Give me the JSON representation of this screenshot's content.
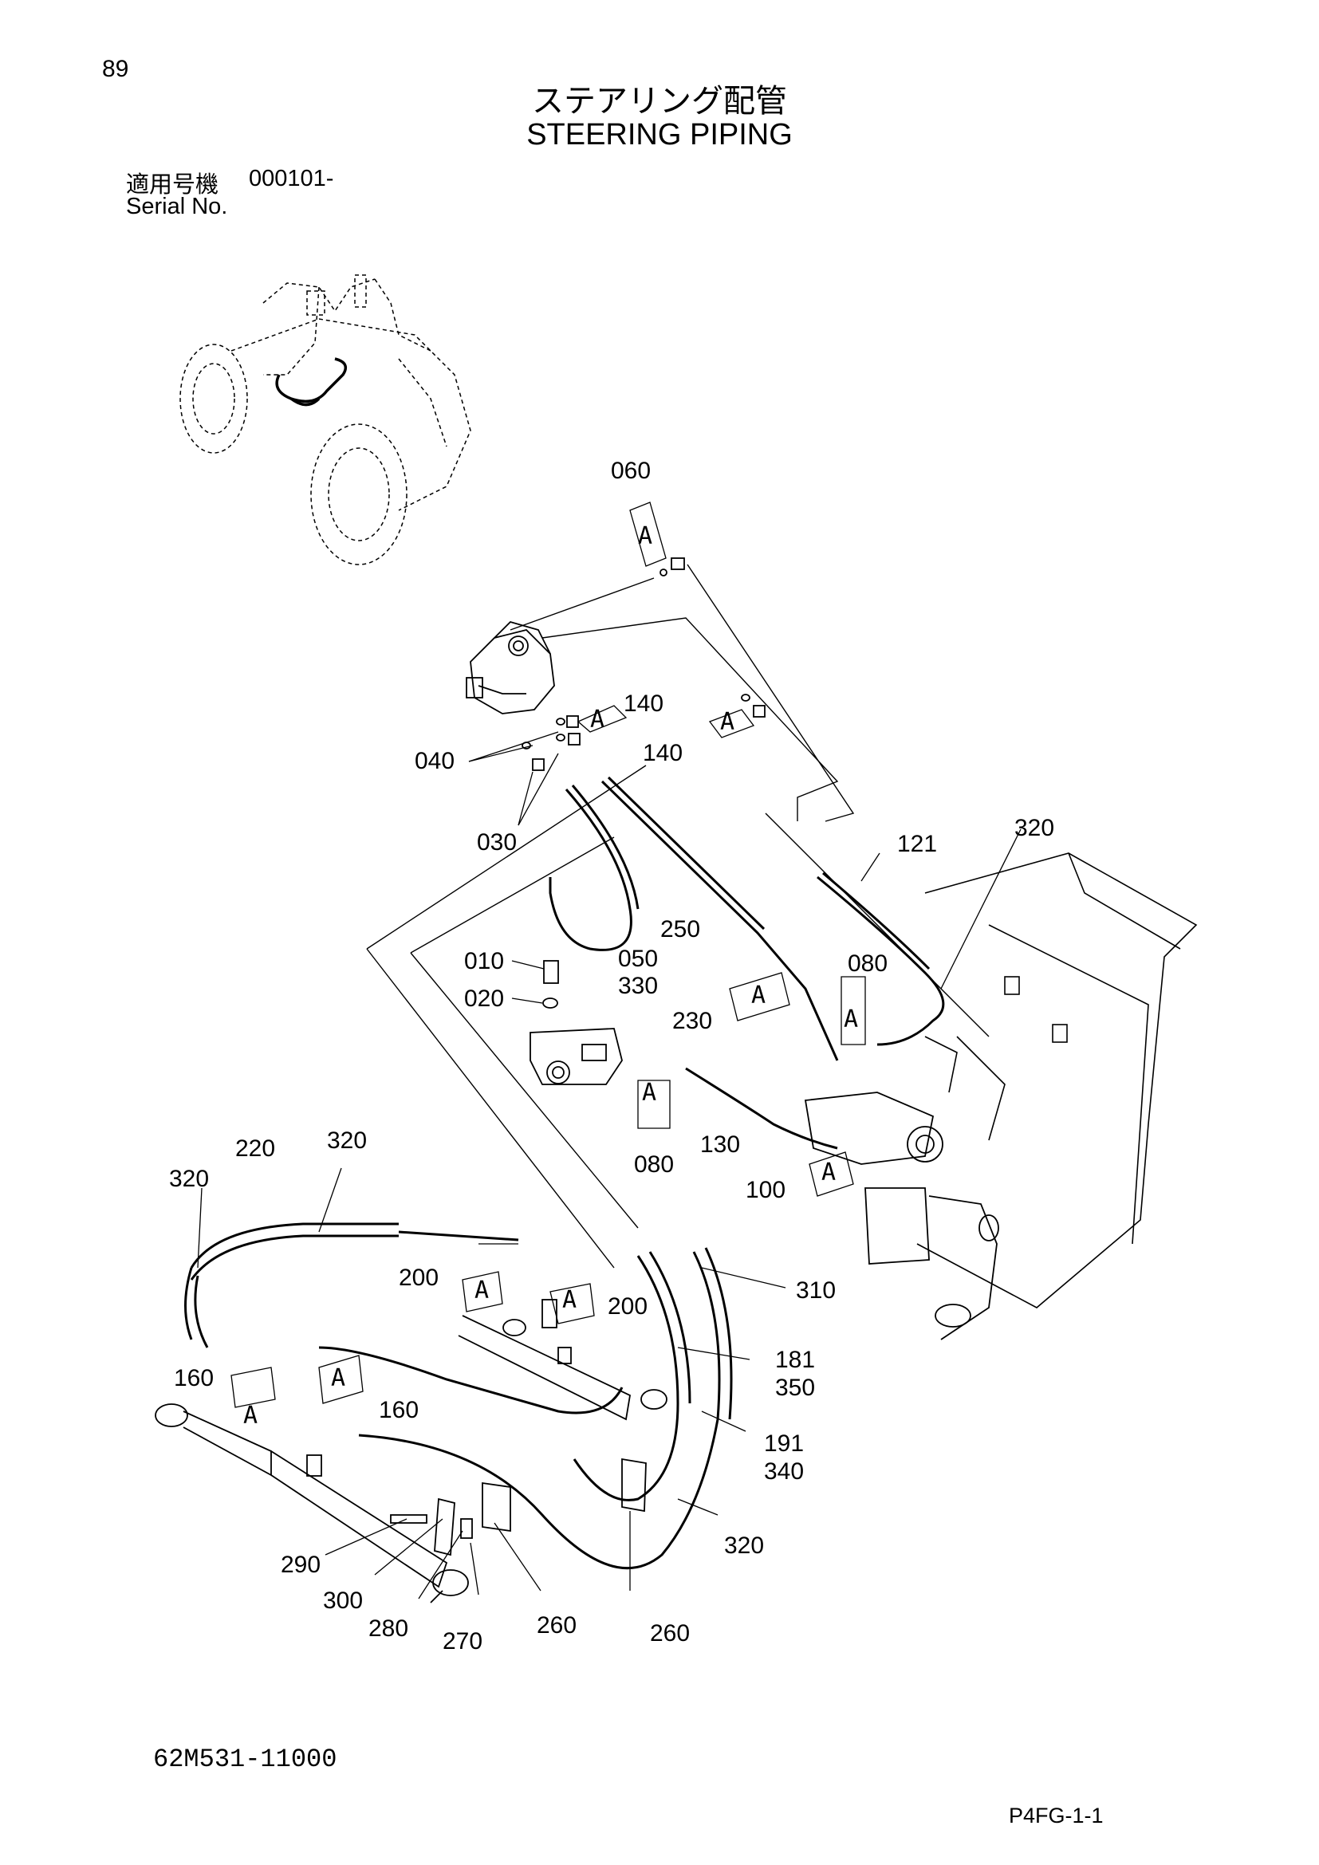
{
  "header": {
    "page_number": "89",
    "title_jp": "ステアリング配管",
    "title_en": "STEERING PIPING",
    "serial_label_jp": "適用号機",
    "serial_value": "000101-",
    "serial_label_en": "Serial No."
  },
  "footer": {
    "drawing_number": "62M531-11000",
    "page_code": "P4FG-1-1"
  },
  "callouts": {
    "c060": "060",
    "c140a": "140",
    "c140b": "140",
    "c040": "040",
    "c030": "030",
    "c121": "121",
    "c320a": "320",
    "c250": "250",
    "c010": "010",
    "c050": "050",
    "c330": "330",
    "c020": "020",
    "c080a": "080",
    "c230": "230",
    "c080b": "080",
    "c130": "130",
    "c100": "100",
    "c220": "220",
    "c320b": "320",
    "c320c": "320",
    "c200a": "200",
    "c200b": "200",
    "c310": "310",
    "c181": "181",
    "c350": "350",
    "c160a": "160",
    "c160b": "160",
    "c191": "191",
    "c340": "340",
    "c320d": "320",
    "c290": "290",
    "c300": "300",
    "c280": "280",
    "c270": "270",
    "c260a": "260",
    "c260b": "260"
  },
  "detail_marks": {
    "a1": "A",
    "a2": "A",
    "a3": "A",
    "a4": "A",
    "a5": "A",
    "a6": "A",
    "a7": "A",
    "a8": "A",
    "a9": "A",
    "a10": "A",
    "a11": "A"
  }
}
